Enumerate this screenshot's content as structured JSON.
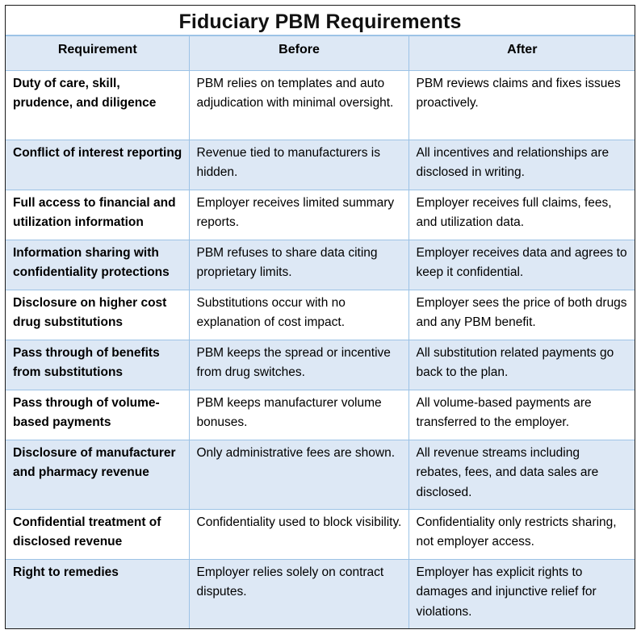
{
  "title": "Fiduciary PBM Requirements",
  "columns": [
    "Requirement",
    "Before",
    "After"
  ],
  "colors": {
    "header_bg": "#dde8f5",
    "shaded_row_bg": "#dde8f5",
    "grid_line": "#9dc3e6",
    "outer_border": "#1a1a1a"
  },
  "rows": [
    {
      "requirement": "Duty of care, skill, prudence, and diligence",
      "before": "PBM relies on templates and auto adjudication with minimal oversight.",
      "after": "PBM reviews claims and fixes issues proactively.",
      "shaded": false,
      "height": 86
    },
    {
      "requirement": "Conflict of interest reporting",
      "before": "Revenue tied to manufacturers is hidden.",
      "after": "All incentives and relationships are disclosed in writing.",
      "shaded": true,
      "height": 62
    },
    {
      "requirement": "Full access to financial and utilization information",
      "before": "Employer receives limited summary reports.",
      "after": "Employer receives full claims, fees, and utilization data.",
      "shaded": false,
      "height": 62
    },
    {
      "requirement": "Information sharing with confidentiality protections",
      "before": "PBM refuses to share data citing proprietary limits.",
      "after": "Employer receives data and agrees to keep it confidential.",
      "shaded": true,
      "height": 62
    },
    {
      "requirement": "Disclosure on higher cost drug substitutions",
      "before": "Substitutions occur with no explanation of cost impact.",
      "after": "Employer sees the price of both drugs and any PBM benefit.",
      "shaded": false,
      "height": 62
    },
    {
      "requirement": "Pass through of benefits from substitutions",
      "before": "PBM keeps the spread or incentive from drug switches.",
      "after": "All substitution related payments go back to the plan.",
      "shaded": true,
      "height": 62
    },
    {
      "requirement": "Pass through of volume-based payments",
      "before": "PBM keeps manufacturer volume bonuses.",
      "after": "All volume-based payments are transferred to the employer.",
      "shaded": false,
      "height": 62
    },
    {
      "requirement": "Disclosure of manufacturer and pharmacy revenue",
      "before": "Only administrative fees are shown.",
      "after": "All revenue streams including rebates, fees, and data sales are disclosed.",
      "shaded": true,
      "height": 86
    },
    {
      "requirement": "Confidential treatment of disclosed revenue",
      "before": "Confidentiality used to block visibility.",
      "after": "Confidentiality only restricts sharing, not employer access.",
      "shaded": false,
      "height": 62
    },
    {
      "requirement": "Right to remedies",
      "before": "Employer relies solely on contract disputes.",
      "after": "Employer has explicit rights to damages and injunctive relief for violations.",
      "shaded": true,
      "height": 86
    }
  ]
}
